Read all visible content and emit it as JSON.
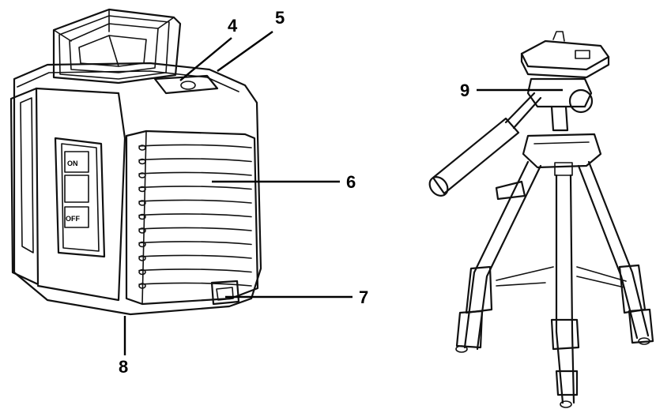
{
  "callouts": {
    "c4": "4",
    "c5": "5",
    "c6": "6",
    "c7": "7",
    "c8": "8",
    "c9": "9"
  },
  "switch": {
    "on": "ON",
    "off": "OFF"
  }
}
